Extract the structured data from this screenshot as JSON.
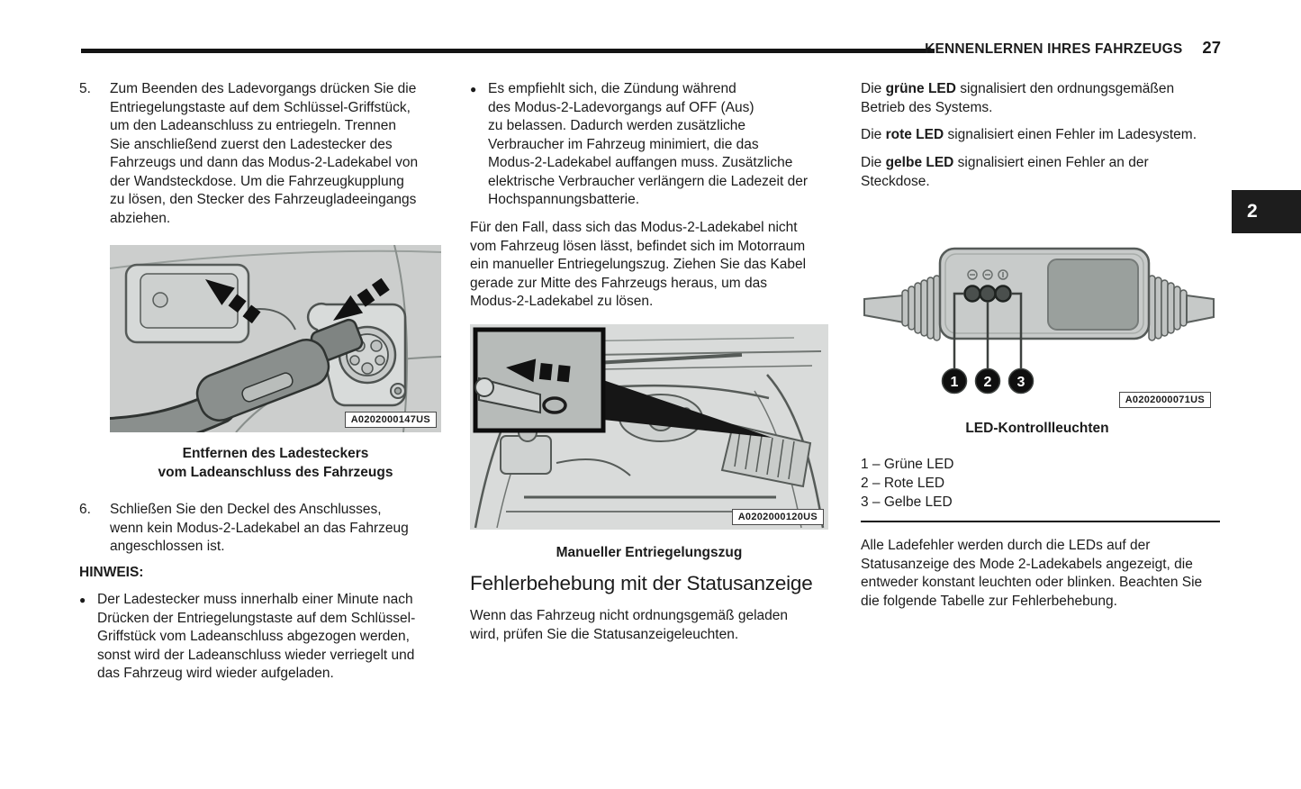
{
  "header": {
    "title": "KENNENLERNEN IHRES FAHRZEUGS",
    "page_number": "27"
  },
  "section_tab": {
    "label": "2"
  },
  "left_column": {
    "step5": {
      "number": "5.",
      "text": "Zum Beenden des Ladevorgangs drücken Sie die\nEntriegelungstaste auf dem Schlüssel-Griffstück,\num den Ladeanschluss zu entriegeln. Trennen\nSie anschließend zuerst den Ladestecker des\nFahrzeugs und dann das Modus-2-Ladekabel von\nder Wandsteckdose. Um die Fahrzeugkupplung\nzu lösen, den Stecker des Fahrzeugladeeingangs\nabziehen."
    },
    "figure": {
      "code": "A0202000147US",
      "caption": "Entfernen des Ladesteckers\nvom Ladeanschluss des Fahrzeugs"
    },
    "step6": {
      "number": "6.",
      "text": "Schließen Sie den Deckel des Anschlusses,\nwenn kein Modus-2-Ladekabel an das Fahrzeug\nangeschlossen ist."
    },
    "note_label": "HINWEIS:",
    "note_bullet": "Der Ladestecker muss innerhalb einer Minute nach\nDrücken der Entriegelungstaste auf dem Schlüssel-\nGriffstück vom Ladeanschluss abgezogen werden,\nsonst wird der Ladeanschluss wieder verriegelt und\ndas Fahrzeug wird wieder aufgeladen."
  },
  "middle_column": {
    "bullet": "Es empfiehlt sich, die Zündung während\ndes Modus-2-Ladevorgangs auf OFF (Aus)\nzu belassen. Dadurch werden zusätzliche\nVerbraucher im Fahrzeug minimiert, die das\nModus-2-Ladekabel auffangen muss. Zusätzliche\nelektrische Verbraucher verlängern die Ladezeit der\nHochspannungsbatterie.",
    "paragraph": "Für den Fall, dass sich das Modus-2-Ladekabel nicht\nvom Fahrzeug lösen lässt, befindet sich im Motorraum\nein manueller Entriegelungszug. Ziehen Sie das Kabel\ngerade zur Mitte des Fahrzeugs heraus, um das\nModus-2-Ladekabel zu lösen.",
    "figure": {
      "code": "A0202000120US",
      "caption": "Manueller Entriegelungszug"
    },
    "heading": "Fehlerbehebung mit der Statusanzeige",
    "paragraph2": "Wenn das Fahrzeug nicht ordnungsgemäß geladen\nwird, prüfen Sie die Statusanzeigeleuchten."
  },
  "right_column": {
    "led_green": {
      "prefix": "Die ",
      "bold": "grüne LED",
      "rest": " signalisiert den ordnungsgemäßen\nBetrieb des Systems."
    },
    "led_red": {
      "prefix": "Die ",
      "bold": "rote LED",
      "rest": " signalisiert einen Fehler im Ladesystem."
    },
    "led_yellow": {
      "prefix": "Die ",
      "bold": "gelbe LED",
      "rest": " signalisiert einen Fehler an der\nSteckdose."
    },
    "figure": {
      "code": "A0202000071US",
      "caption": "LED-Kontrollleuchten",
      "badges": [
        "1",
        "2",
        "3"
      ]
    },
    "legend": [
      "1 – Grüne LED",
      "2 – Rote LED",
      "3 – Gelbe LED"
    ],
    "paragraph": "Alle Ladefehler werden durch die LEDs auf der\nStatusanzeige des Mode 2-Ladekabels angezeigt, die\nentweder konstant leuchten oder blinken. Beachten Sie\ndie folgende Tabelle zur Fehlerbehebung."
  }
}
